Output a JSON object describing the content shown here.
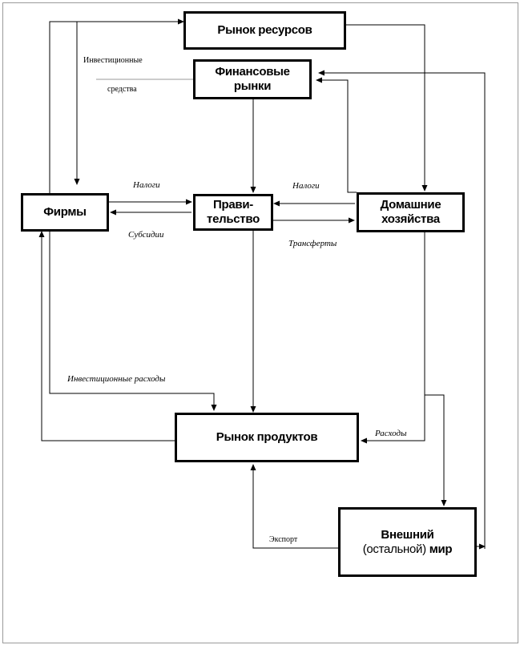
{
  "nodes": {
    "resource_market": "Рынок ресурсов",
    "financial_markets_l1": "Финансовые",
    "financial_markets_l2": "рынки",
    "firms": "Фирмы",
    "government_l1": "Прави-",
    "government_l2": "тельство",
    "households_l1": "Домашние",
    "households_l2": "хозяйства",
    "product_market": "Рынок продуктов",
    "world_l1": "Внешний",
    "world_l2a": "(остальной)",
    "world_l2b": "мир"
  },
  "edges": {
    "investment_funds_l1": "Инвестиционные",
    "investment_funds_l2": "средства",
    "taxes_firms": "Налоги",
    "taxes_households": "Налоги",
    "subsidies": "Субсидии",
    "transfers": "Трансферты",
    "investment_spending": "Инвестиционные расходы",
    "spending": "Расходы",
    "export": "Экспорт"
  }
}
